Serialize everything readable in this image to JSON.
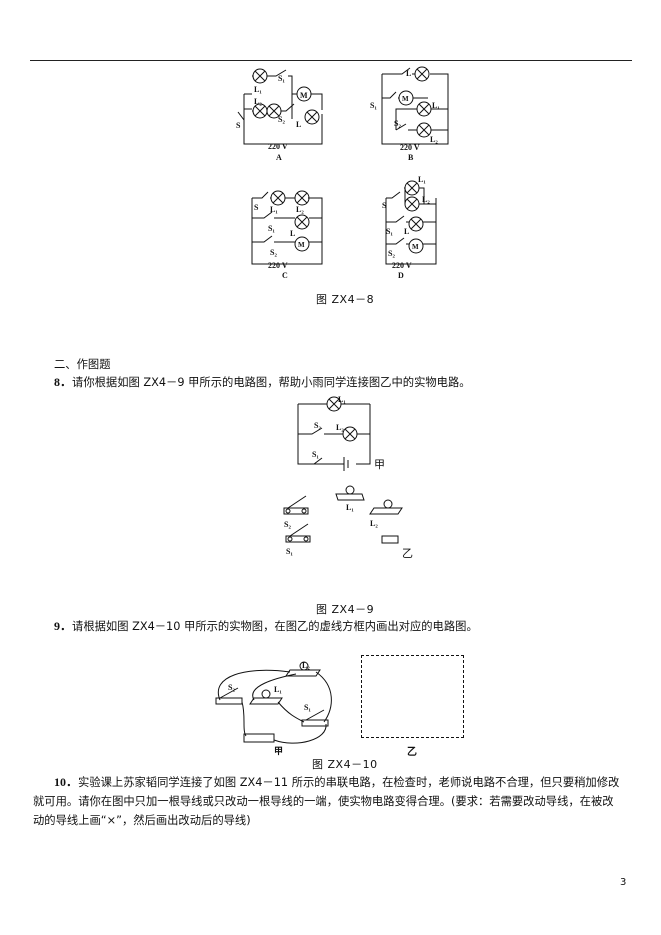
{
  "figure_zx4_8": {
    "caption": "图 ZX4－8",
    "A": {
      "letter": "A",
      "voltage": "220 V",
      "labels": [
        "S₁",
        "L₁",
        "L₂",
        "S",
        "S₂",
        "L"
      ]
    },
    "B": {
      "letter": "B",
      "voltage": "220 V",
      "labels": [
        "L",
        "S₁",
        "L₁",
        "S₂",
        "L₂"
      ]
    },
    "C": {
      "letter": "C",
      "voltage": "220 V",
      "labels": [
        "S",
        "L₁",
        "L₂",
        "S₁",
        "L",
        "S₂"
      ]
    },
    "D": {
      "letter": "D",
      "voltage": "220 V",
      "labels": [
        "L₁",
        "S",
        "L₂",
        "S₁",
        "L",
        "S₂"
      ]
    }
  },
  "section": {
    "heading": "二、作图题"
  },
  "q8": {
    "num": "8．",
    "text": "请你根据如图 ZX4－9 甲所示的电路图，帮助小雨同学连接图乙中的实物电路。",
    "circuit_labels": {
      "L1": "L₁",
      "L2": "L₂",
      "S2": "S₂",
      "S1": "S₁",
      "jia": "甲"
    },
    "parts_labels": {
      "S2": "S₂",
      "L1": "L₁",
      "L2": "L₂",
      "S1": "S₁",
      "yi": "乙"
    },
    "caption": "图 ZX4－9"
  },
  "q9": {
    "num": "9．",
    "text": "请根据如图 ZX4－10 甲所示的实物图，在图乙的虚线方框内画出对应的电路图。",
    "labels": {
      "S2": "S₂",
      "L1": "L₁",
      "L2": "L₂",
      "S1": "S₁",
      "jia": "甲",
      "yi": "乙"
    },
    "caption": "图 ZX4－10"
  },
  "q10": {
    "num": "10．",
    "line1": "实验课上苏家韬同学连接了如图 ZX4－11 所示的串联电路，在检查时，老师说电路不合理，但只要稍加修改",
    "line2": "就可用。请你在图中只加一根导线或只改动一根导线的一端，使实物电路变得合理。(要求：若需要改动导线，在被改",
    "line3": "动的导线上画“×”，然后画出改动后的导线)"
  },
  "page_number": "3"
}
